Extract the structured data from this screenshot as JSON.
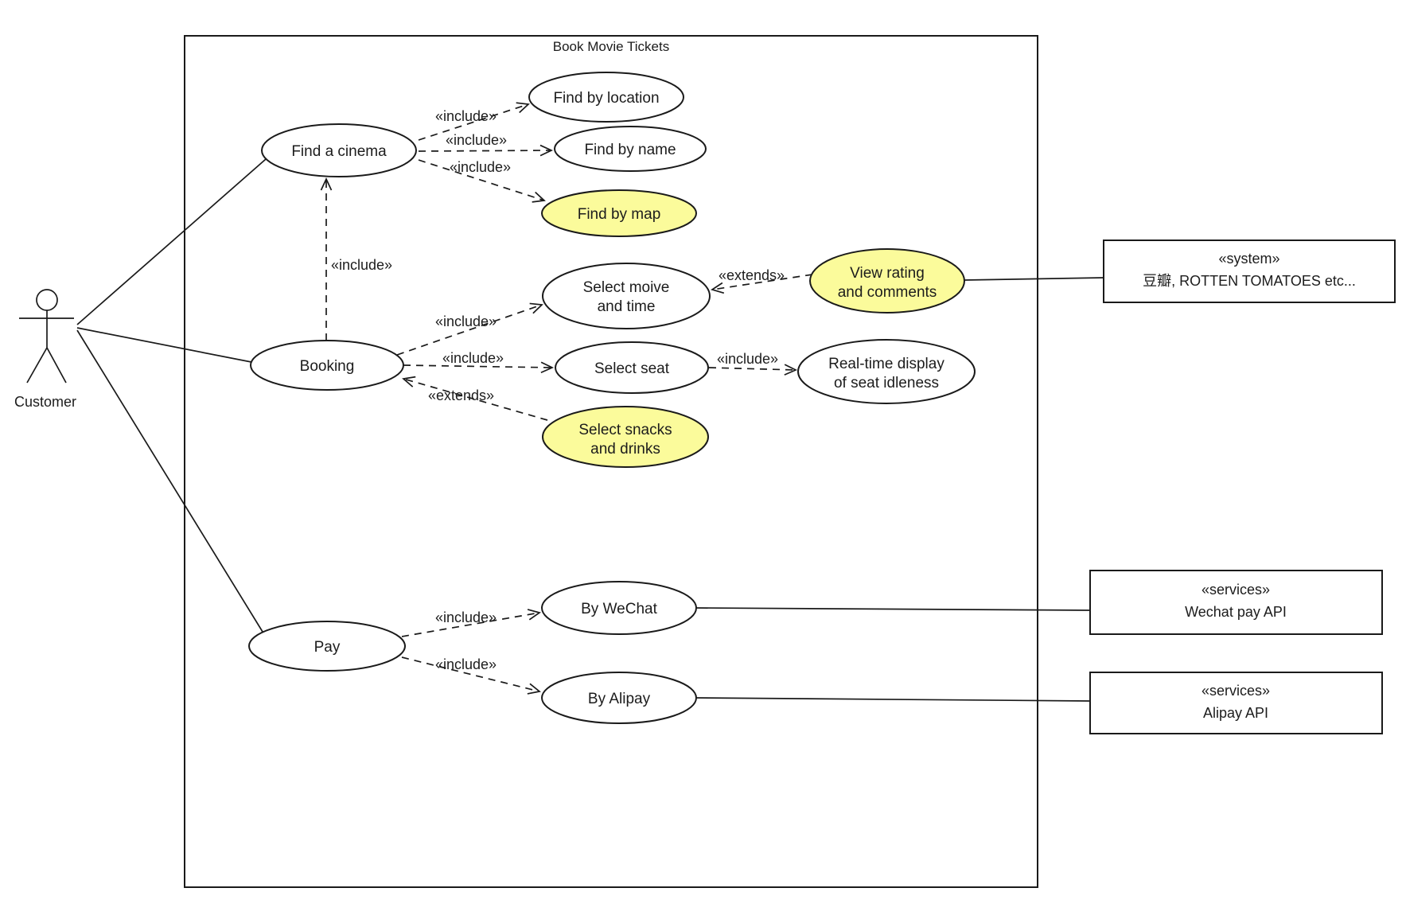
{
  "diagram": {
    "title": "Book Movie Tickets",
    "actor": {
      "label": "Customer"
    },
    "use_cases": {
      "find_a_cinema": {
        "label": "Find a cinema",
        "highlighted": false
      },
      "find_by_location": {
        "label": "Find by location",
        "highlighted": false
      },
      "find_by_name": {
        "label": "Find by name",
        "highlighted": false
      },
      "find_by_map": {
        "label": "Find by map",
        "highlighted": true
      },
      "select_movie_time": {
        "line1": "Select moive",
        "line2": "and time",
        "highlighted": false
      },
      "view_rating": {
        "line1": "View rating",
        "line2": "and comments",
        "highlighted": true
      },
      "select_seat": {
        "label": "Select seat",
        "highlighted": false
      },
      "realtime_display": {
        "line1": "Real-time display",
        "line2": "of seat idleness",
        "highlighted": false
      },
      "select_snacks": {
        "line1": "Select snacks",
        "line2": "and drinks",
        "highlighted": true
      },
      "booking": {
        "label": "Booking",
        "highlighted": false
      },
      "pay": {
        "label": "Pay",
        "highlighted": false
      },
      "by_wechat": {
        "label": "By WeChat",
        "highlighted": false
      },
      "by_alipay": {
        "label": "By Alipay",
        "highlighted": false
      }
    },
    "external_systems": {
      "rating_system": {
        "stereotype": "«system»",
        "name": "豆瓣, ROTTEN TOMATOES etc..."
      },
      "wechat_api": {
        "stereotype": "«services»",
        "name": "Wechat pay API"
      },
      "alipay_api": {
        "stereotype": "«services»",
        "name": "Alipay API"
      }
    },
    "rel": {
      "include": "«include»",
      "extends": "«extends»"
    },
    "relationships": [
      {
        "from": "Customer",
        "to": "Find a cinema",
        "type": "association"
      },
      {
        "from": "Customer",
        "to": "Booking",
        "type": "association"
      },
      {
        "from": "Customer",
        "to": "Pay",
        "type": "association"
      },
      {
        "from": "Find a cinema",
        "to": "Find by location",
        "type": "include"
      },
      {
        "from": "Find a cinema",
        "to": "Find by name",
        "type": "include"
      },
      {
        "from": "Find a cinema",
        "to": "Find by map",
        "type": "include"
      },
      {
        "from": "Booking",
        "to": "Find a cinema",
        "type": "include"
      },
      {
        "from": "Booking",
        "to": "Select moive and time",
        "type": "include"
      },
      {
        "from": "Booking",
        "to": "Select seat",
        "type": "include"
      },
      {
        "from": "Select snacks and drinks",
        "to": "Booking",
        "type": "extends"
      },
      {
        "from": "View rating and comments",
        "to": "Select moive and time",
        "type": "extends"
      },
      {
        "from": "Select seat",
        "to": "Real-time display of seat idleness",
        "type": "include"
      },
      {
        "from": "Pay",
        "to": "By WeChat",
        "type": "include"
      },
      {
        "from": "Pay",
        "to": "By Alipay",
        "type": "include"
      },
      {
        "from": "View rating and comments",
        "to": "«system» box",
        "type": "association"
      },
      {
        "from": "By WeChat",
        "to": "Wechat pay API",
        "type": "association"
      },
      {
        "from": "By Alipay",
        "to": "Alipay API",
        "type": "association"
      }
    ],
    "colors": {
      "highlight_fill": "#fbfb9b",
      "stroke": "#1a1a1a",
      "background": "#ffffff"
    }
  }
}
